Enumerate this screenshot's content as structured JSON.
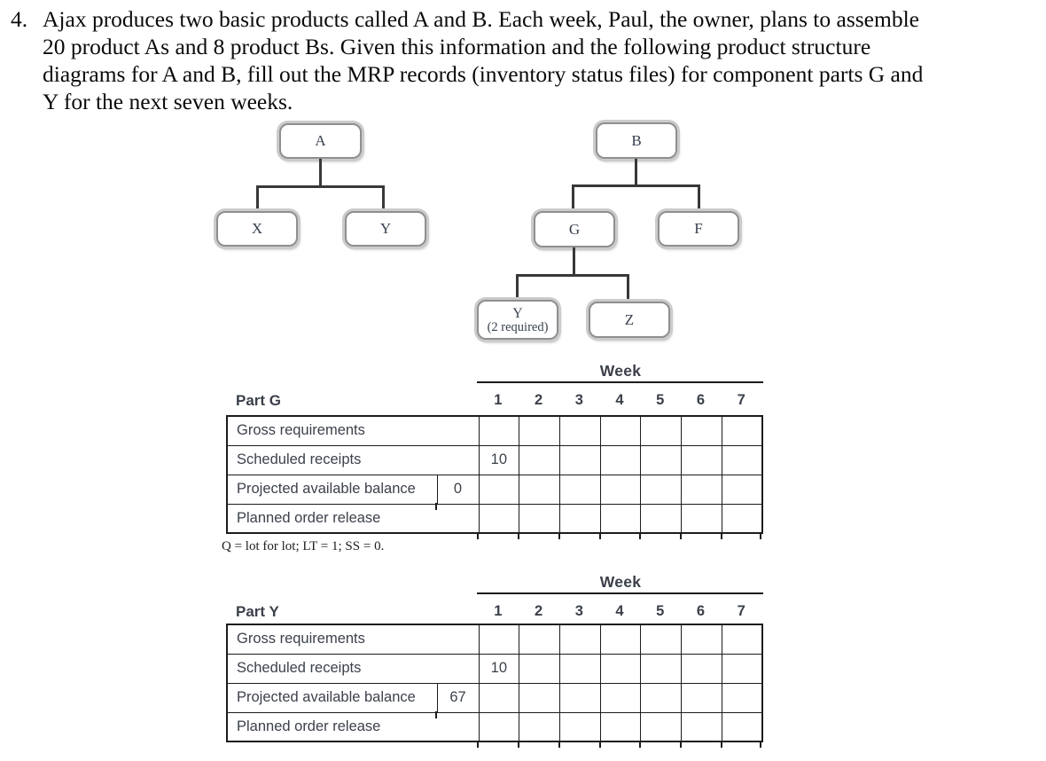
{
  "problem": {
    "number": "4.",
    "lines": [
      "Ajax produces two basic products called A and B. Each week, Paul, the owner, plans to assemble",
      "20 product As and 8 product Bs. Given this information and the following product structure",
      "diagrams for A and B, fill out the MRP records (inventory status files) for component parts G and",
      "Y for the next seven weeks."
    ]
  },
  "tree_a": {
    "root_label": "A",
    "left_child_label": "X",
    "right_child_label": "Y"
  },
  "tree_b": {
    "root_label": "B",
    "left_child_label": "G",
    "right_child_label": "F",
    "g_left_child_label": "Y",
    "g_left_child_note": "(2 required)",
    "g_right_child_label": "Z"
  },
  "tables": [
    {
      "part_label": "Part G",
      "week_header": "Week",
      "week_numbers": [
        "1",
        "2",
        "3",
        "4",
        "5",
        "6",
        "7"
      ],
      "rows": [
        {
          "label": "Gross requirements",
          "cells": [
            "",
            "",
            "",
            "",
            "",
            "",
            ""
          ]
        },
        {
          "label": "Scheduled receipts",
          "cells": [
            "10",
            "",
            "",
            "",
            "",
            "",
            ""
          ]
        },
        {
          "label": "Projected available balance",
          "initial": "0",
          "cells": [
            "",
            "",
            "",
            "",
            "",
            "",
            ""
          ]
        },
        {
          "label": "Planned order release",
          "cells": [
            "",
            "",
            "",
            "",
            "",
            "",
            ""
          ]
        }
      ],
      "footnote": "Q = lot for lot; LT = 1; SS = 0."
    },
    {
      "part_label": "Part Y",
      "week_header": "Week",
      "week_numbers": [
        "1",
        "2",
        "3",
        "4",
        "5",
        "6",
        "7"
      ],
      "rows": [
        {
          "label": "Gross requirements",
          "cells": [
            "",
            "",
            "",
            "",
            "",
            "",
            ""
          ]
        },
        {
          "label": "Scheduled receipts",
          "cells": [
            "10",
            "",
            "",
            "",
            "",
            "",
            ""
          ]
        },
        {
          "label": "Projected available balance",
          "initial": "67",
          "cells": [
            "",
            "",
            "",
            "",
            "",
            "",
            ""
          ]
        },
        {
          "label": "Planned order release",
          "cells": [
            "",
            "",
            "",
            "",
            "",
            "",
            ""
          ]
        }
      ]
    }
  ],
  "colors": {
    "ink": "#1c1c1c",
    "table_text": "#3c414b",
    "node_border": "#8f8f8f"
  }
}
